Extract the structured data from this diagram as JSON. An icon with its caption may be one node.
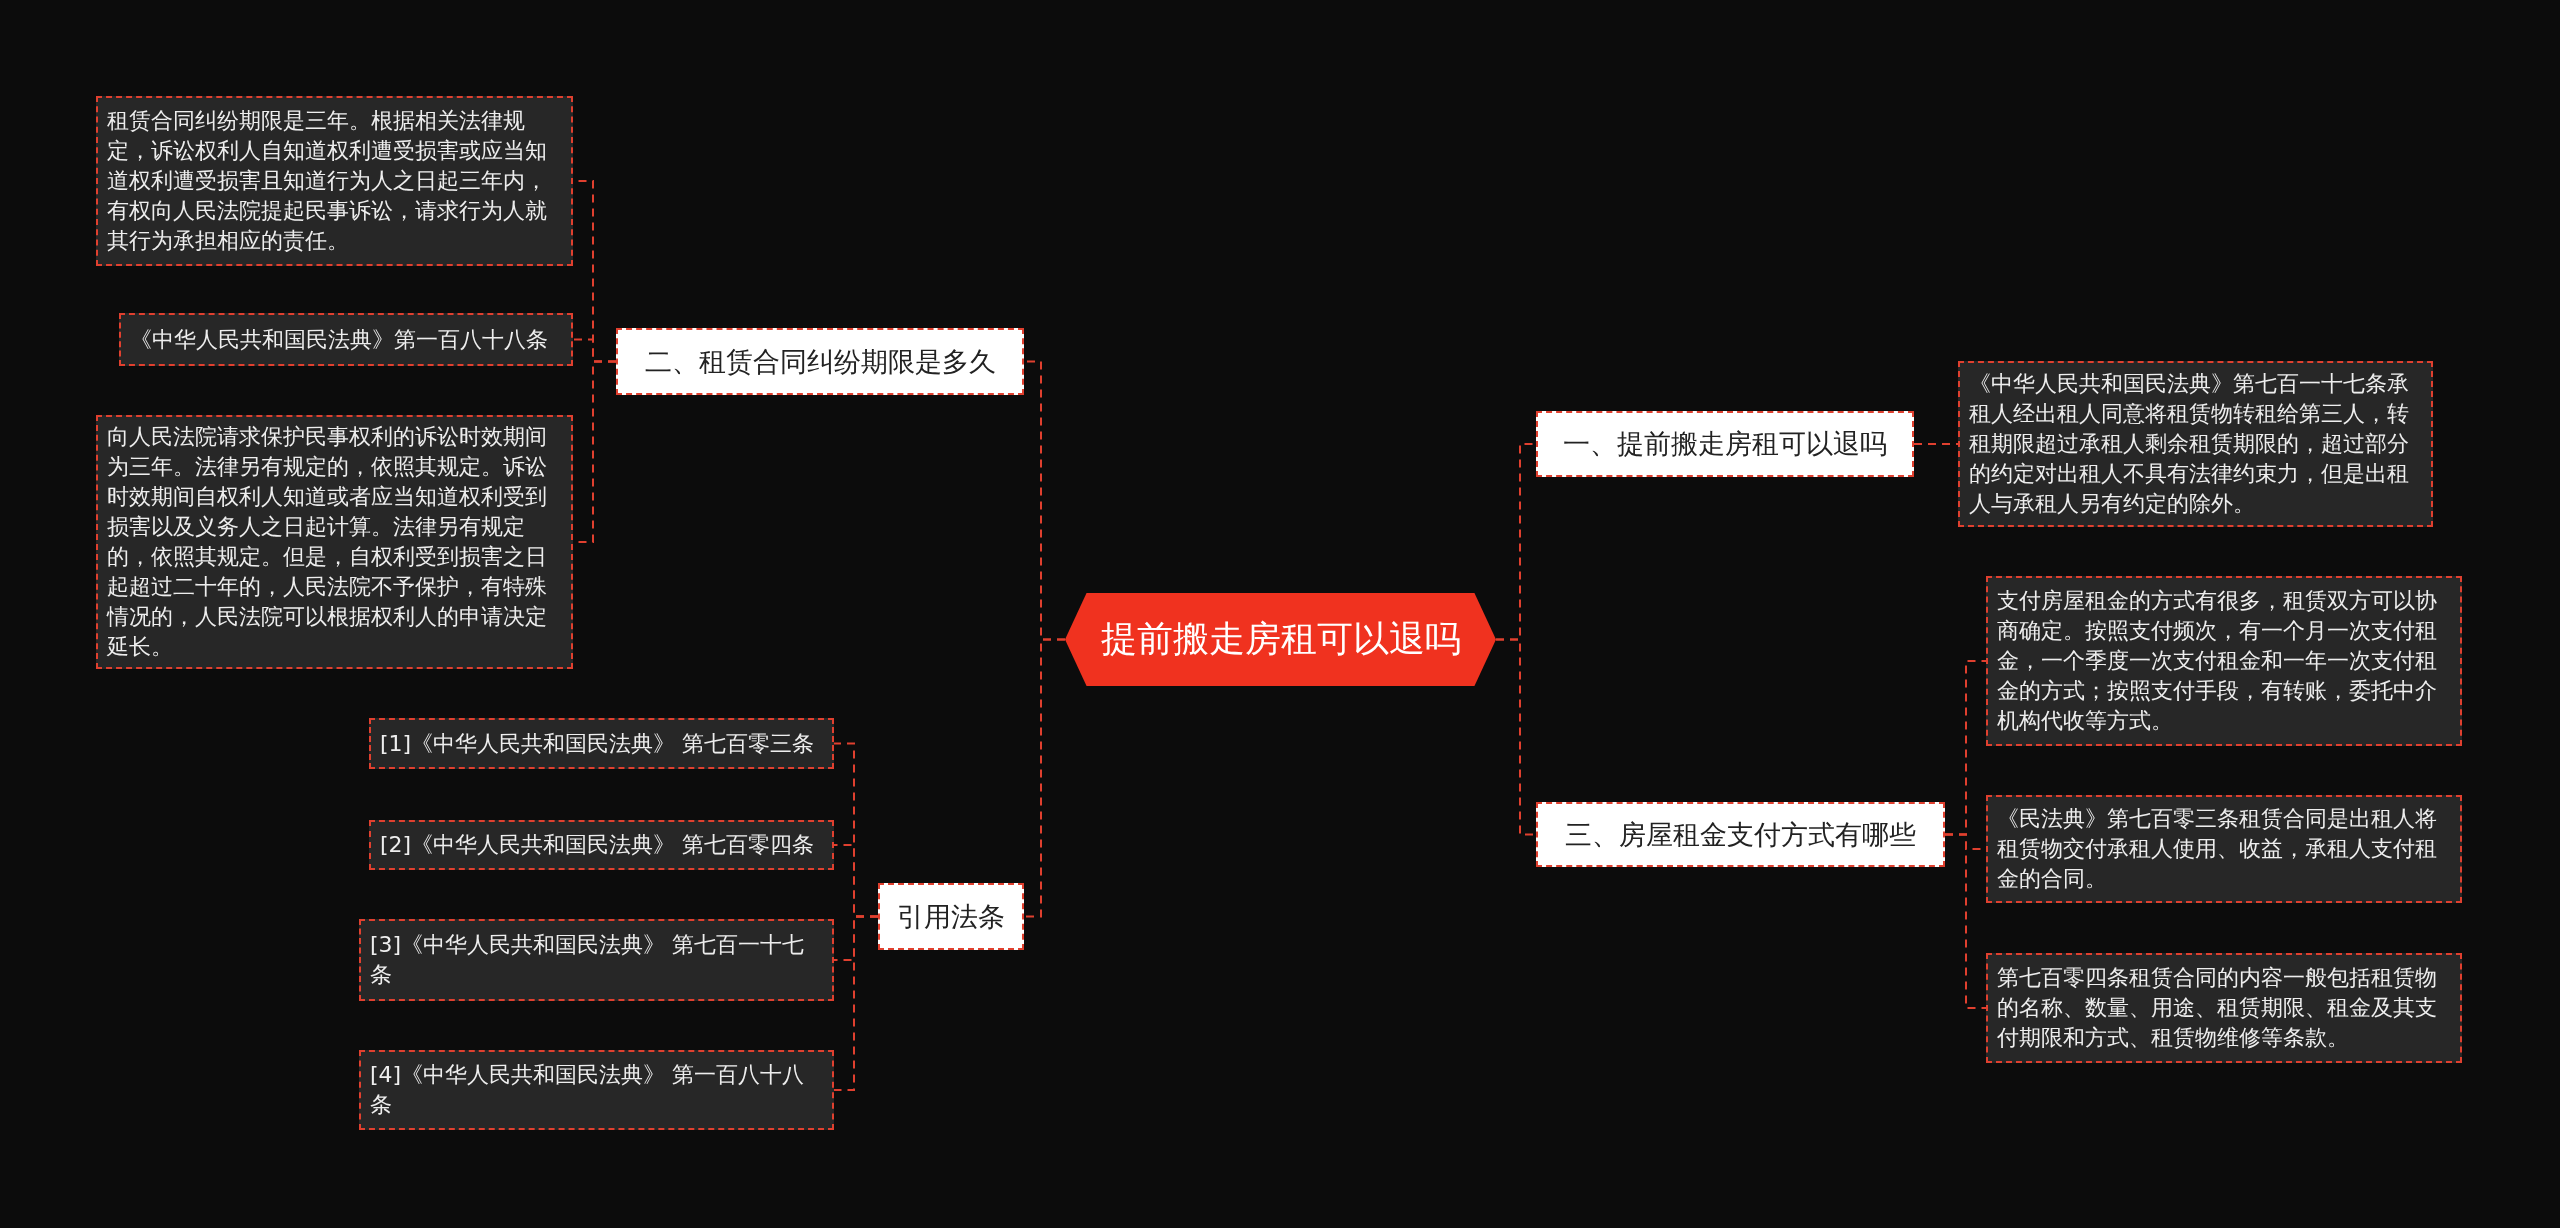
{
  "diagram": {
    "nodes": [
      {
        "text": [
          "提前搬走房租可以退吗"
        ]
      },
      {
        "text": [
          "一、提前搬走房租可以退吗"
        ]
      },
      {
        "text": [
          "《中华人民共和国民法典》第七百一十七条承租人经出租人同意将租赁物转租给第三人，转租期限超过承租人剩余租赁期限的，超过部分的约定对出租人不具有法律约束力，但是出租人与承租人另有约定的除外。"
        ]
      },
      {
        "text": [
          "三、房屋租金支付方式有哪些"
        ]
      },
      {
        "text": [
          "支付房屋租金的方式有很多，租赁双方可以协商确定。按照支付频次，有一个月一次支付租金，一个季度一次支付租金和一年一次支付租金的方式；按照支付手段，有转账，委托中介机构代收等方式。"
        ]
      },
      {
        "text": [
          "《民法典》第七百零三条租赁合同是出租人将租赁物交付承租人使用、收益，承租人支付租金的合同。"
        ]
      },
      {
        "text": [
          "第七百零四条租赁合同的内容一般包括租赁物的名称、数量、用途、租赁期限、租金及其支付期限和方式、租赁物维修等条款。"
        ]
      },
      {
        "text": [
          "二、租赁合同纠纷期限是多久"
        ]
      },
      {
        "text": [
          "租赁合同纠纷期限是三年。根据相关法律规定，诉讼权利人自知道权利遭受损害或应当知道权利遭受损害且知道行为人之日起三年内，有权向人民法院提起民事诉讼，请求行为人就其行为承担相应的责任。"
        ]
      },
      {
        "text": [
          "《中华人民共和国民法典》第一百八十八条"
        ]
      },
      {
        "text": [
          "向人民法院请求保护民事权利的诉讼时效期间为三年。法律另有规定的，依照其规定。诉讼时效期间自权利人知道或者应当知道权利受到损害以及义务人之日起计算。法律另有规定的，依照其规定。但是，自权利受到损害之日起超过二十年的，人民法院不予保护，有特殊情况的，人民法院可以根据权利人的申请决定延长。"
        ]
      },
      {
        "text": [
          "引用法条"
        ]
      },
      {
        "text": [
          "[1]《中华人民共和国民法典》 第七百零三条"
        ]
      },
      {
        "text": [
          "[2]《中华人民共和国民法典》 第七百零四条"
        ]
      },
      {
        "text": [
          "[3]《中华人民共和国民法典》 第七百一十七条"
        ]
      },
      {
        "text": [
          "[4]《中华人民共和国民法典》 第一百八十八条"
        ]
      }
    ],
    "edges": [
      {
        "from": 0,
        "to": 1,
        "arrow": "none",
        "style": "dashed"
      },
      {
        "from": 1,
        "to": 2,
        "arrow": "none",
        "style": "dashed"
      },
      {
        "from": 0,
        "to": 3,
        "arrow": "none",
        "style": "dashed"
      },
      {
        "from": 3,
        "to": 4,
        "arrow": "none",
        "style": "dashed"
      },
      {
        "from": 3,
        "to": 5,
        "arrow": "none",
        "style": "dashed"
      },
      {
        "from": 3,
        "to": 6,
        "arrow": "none",
        "style": "dashed"
      },
      {
        "from": 0,
        "to": 7,
        "arrow": "none",
        "style": "dashed"
      },
      {
        "from": 7,
        "to": 8,
        "arrow": "none",
        "style": "dashed"
      },
      {
        "from": 7,
        "to": 9,
        "arrow": "none",
        "style": "dashed"
      },
      {
        "from": 7,
        "to": 10,
        "arrow": "none",
        "style": "dashed"
      },
      {
        "from": 0,
        "to": 11,
        "arrow": "none",
        "style": "dashed"
      },
      {
        "from": 11,
        "to": 12,
        "arrow": "none",
        "style": "dashed"
      },
      {
        "from": 11,
        "to": 13,
        "arrow": "none",
        "style": "dashed"
      },
      {
        "from": 11,
        "to": 14,
        "arrow": "none",
        "style": "dashed"
      },
      {
        "from": 11,
        "to": 15,
        "arrow": "none",
        "style": "dashed"
      }
    ]
  }
}
